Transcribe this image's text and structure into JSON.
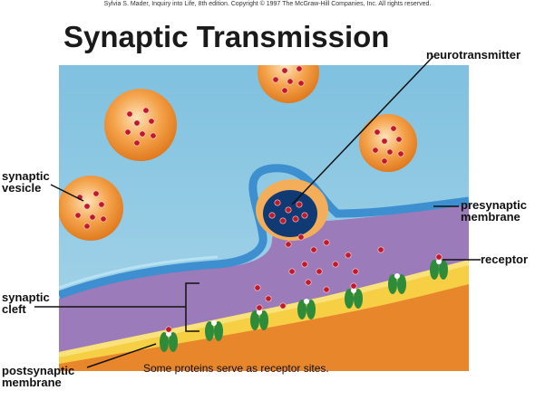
{
  "credit": "Sylvia S. Mader, Inquiry into Life, 8th edition. Copyright © 1997 The McGraw-Hill Companies, Inc. All rights reserved.",
  "title": "Synaptic Transmission",
  "labels": {
    "neurotransmitter": "neurotransmitter",
    "synaptic_vesicle": "synaptic\nvesicle",
    "presynaptic_membrane": "presynaptic\nmembrane",
    "receptor": "receptor",
    "synaptic_cleft": "synaptic\ncleft",
    "postsynaptic_membrane": "postsynaptic\nmembrane"
  },
  "caption": "Some proteins serve as receptor sites.",
  "colors": {
    "cytoplasm": "#8ec9e4",
    "membrane_blue": "#3d8fd0",
    "cleft": "#9a7ab8",
    "postsynaptic": "#f3c93a",
    "vesicle": "#ef8f2f",
    "molecule": "#c01a2a",
    "receptor": "#2e8b3a"
  }
}
